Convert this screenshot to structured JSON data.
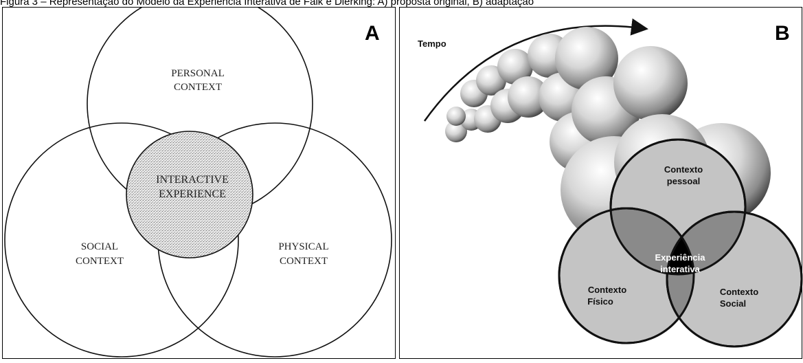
{
  "caption": {
    "text": "Figura 3 – Representação do Modelo da Experiência Interativa de Falk e Dierking: A) proposta original, B) adaptação"
  },
  "panel_a": {
    "letter": "A",
    "personal_line1": "PERSONAL",
    "personal_line2": "CONTEXT",
    "interactive_line1": "INTERACTIVE",
    "interactive_line2": "EXPERIENCE",
    "social_line1": "SOCIAL",
    "social_line2": "CONTEXT",
    "physical_line1": "PHYSICAL",
    "physical_line2": "CONTEXT"
  },
  "panel_b": {
    "letter": "B",
    "time_label": "Tempo",
    "pessoal_line1": "Contexto",
    "pessoal_line2": "pessoal",
    "experiencia_line1": "Experiência",
    "experiencia_line2": "interativa",
    "fisico_line1": "Contexto",
    "fisico_line2": "Físico",
    "social_line1": "Contexto",
    "social_line2": "Social"
  },
  "colors": {
    "venn_fill_b": "#c4c4c4",
    "overlap_fill_b": "#8a8a8a",
    "center_fill_b": "#000000",
    "stipple_a": "#e2e2e2"
  }
}
